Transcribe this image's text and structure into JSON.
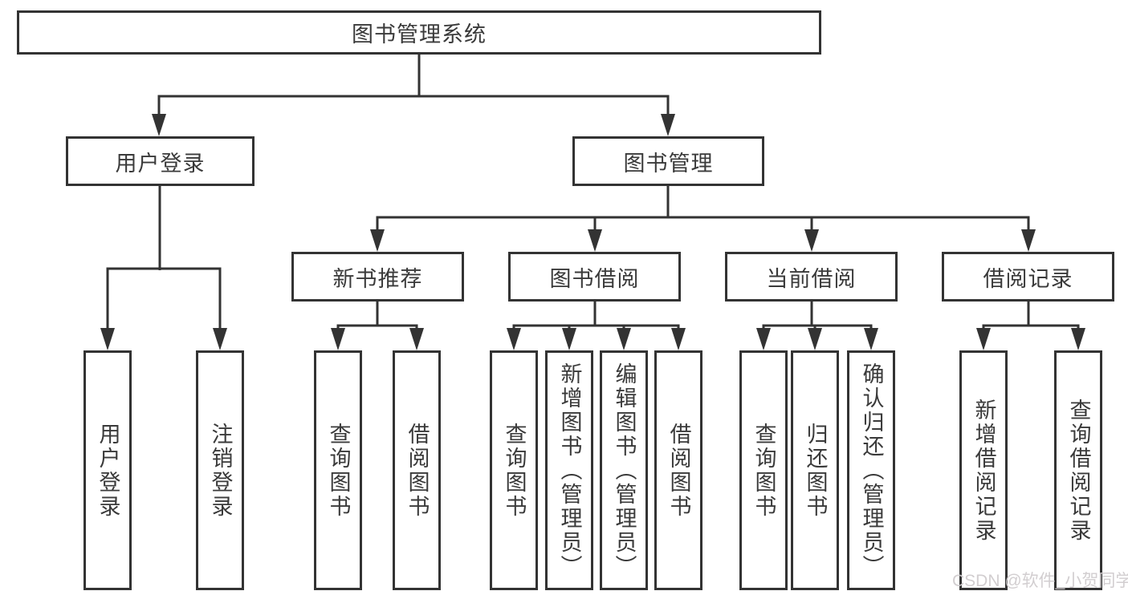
{
  "tree": {
    "label": "图书管理系统",
    "children": [
      {
        "label": "用户登录",
        "children": [
          {
            "label": "用户登录"
          },
          {
            "label": "注销登录"
          }
        ]
      },
      {
        "label": "图书管理",
        "children": [
          {
            "label": "新书推荐",
            "children": [
              {
                "label": "查询图书"
              },
              {
                "label": "借阅图书"
              }
            ]
          },
          {
            "label": "图书借阅",
            "children": [
              {
                "label": "查询图书"
              },
              {
                "label": "新增图书（管理员）"
              },
              {
                "label": "编辑图书（管理员）"
              },
              {
                "label": "借阅图书"
              }
            ]
          },
          {
            "label": "当前借阅",
            "children": [
              {
                "label": "查询图书"
              },
              {
                "label": "归还图书"
              },
              {
                "label": "确认归还（管理员）"
              }
            ]
          },
          {
            "label": "借阅记录",
            "children": [
              {
                "label": "新增借阅记录"
              },
              {
                "label": "查询借阅记录"
              }
            ]
          }
        ]
      }
    ]
  },
  "watermark": {
    "text": "CSDN @软件_小贺同学"
  },
  "colors": {
    "line": "#333333",
    "text": "#3a3a3a",
    "background": "#ffffff",
    "watermark": "#d0cbcd"
  }
}
